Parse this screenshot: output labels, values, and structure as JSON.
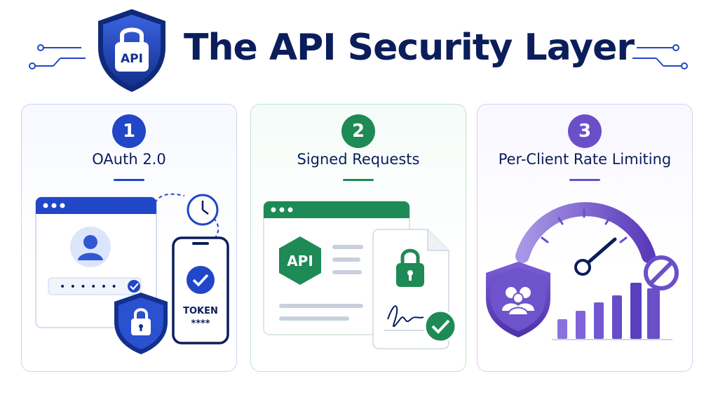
{
  "header": {
    "title": "The API Security Layer",
    "badge_text": "API",
    "badge_icon": "shield-lock-icon"
  },
  "colors": {
    "navy": "#0b1d5b",
    "blue": "#2146c7",
    "green": "#1e8a55",
    "purple": "#6b4fc8"
  },
  "cards": [
    {
      "number": "1",
      "title": "OAuth 2.0",
      "accent": "#2146c7",
      "token_label": "TOKEN",
      "token_mask": "****",
      "password_mask": "• • • • • •",
      "icons": [
        "browser-window-icon",
        "user-avatar-icon",
        "clock-icon",
        "phone-icon",
        "check-icon",
        "shield-lock-icon"
      ]
    },
    {
      "number": "2",
      "title": "Signed Requests",
      "accent": "#1e8a55",
      "api_label": "API",
      "icons": [
        "browser-window-icon",
        "api-hexagon-icon",
        "document-icon",
        "lock-icon",
        "signature-icon",
        "check-icon"
      ]
    },
    {
      "number": "3",
      "title": "Per-Client Rate Limiting",
      "accent": "#6b4fc8",
      "icons": [
        "speedometer-icon",
        "shield-users-icon",
        "bar-chart-icon",
        "blocked-icon"
      ]
    }
  ]
}
